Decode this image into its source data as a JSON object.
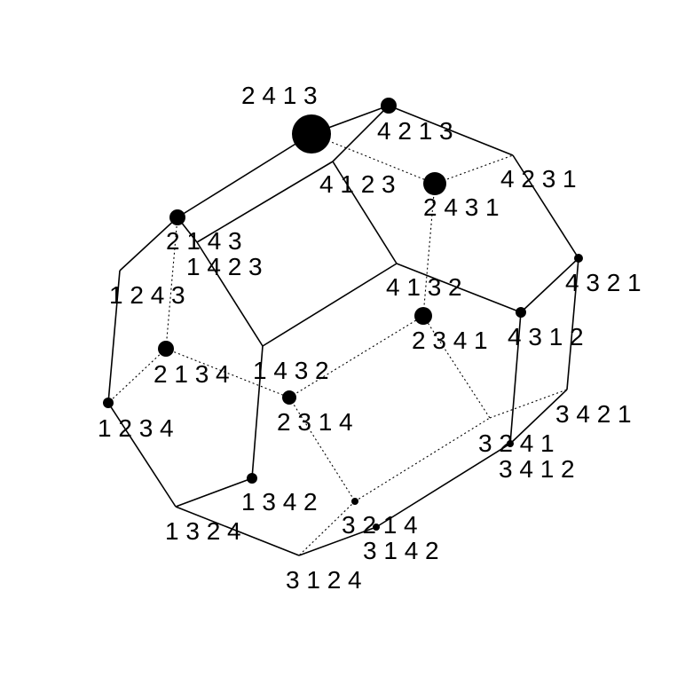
{
  "vertices": [
    {
      "id": "v2413",
      "label": "2 4 1 3"
    },
    {
      "id": "v4213",
      "label": "4 2 1 3"
    },
    {
      "id": "v4123",
      "label": "4 1 2 3"
    },
    {
      "id": "v2431",
      "label": "2 4 3 1"
    },
    {
      "id": "v4231",
      "label": "4 2 3 1"
    },
    {
      "id": "v2143",
      "label": "2 1 4 3"
    },
    {
      "id": "v1423",
      "label": "1 4 2 3"
    },
    {
      "id": "v1243",
      "label": "1 2 4 3"
    },
    {
      "id": "v4132",
      "label": "4 1 3 2"
    },
    {
      "id": "v4321",
      "label": "4 3 2 1"
    },
    {
      "id": "v2341",
      "label": "2 3 4 1"
    },
    {
      "id": "v4312",
      "label": "4 3 1 2"
    },
    {
      "id": "v2134",
      "label": "2 1 3 4"
    },
    {
      "id": "v1432",
      "label": "1 4 3 2"
    },
    {
      "id": "v1234",
      "label": "1 2 3 4"
    },
    {
      "id": "v2314",
      "label": "2 3 1 4"
    },
    {
      "id": "v3421",
      "label": "3 4 2 1"
    },
    {
      "id": "v3241",
      "label": "3 2 4 1"
    },
    {
      "id": "v3412",
      "label": "3 4 1 2"
    },
    {
      "id": "v1342",
      "label": "1 3 4 2"
    },
    {
      "id": "v1324",
      "label": "1 3 2 4"
    },
    {
      "id": "v3214",
      "label": "3 2 1 4"
    },
    {
      "id": "v3142",
      "label": "3 1 4 2"
    },
    {
      "id": "v3124",
      "label": "3 1 2 4"
    }
  ]
}
